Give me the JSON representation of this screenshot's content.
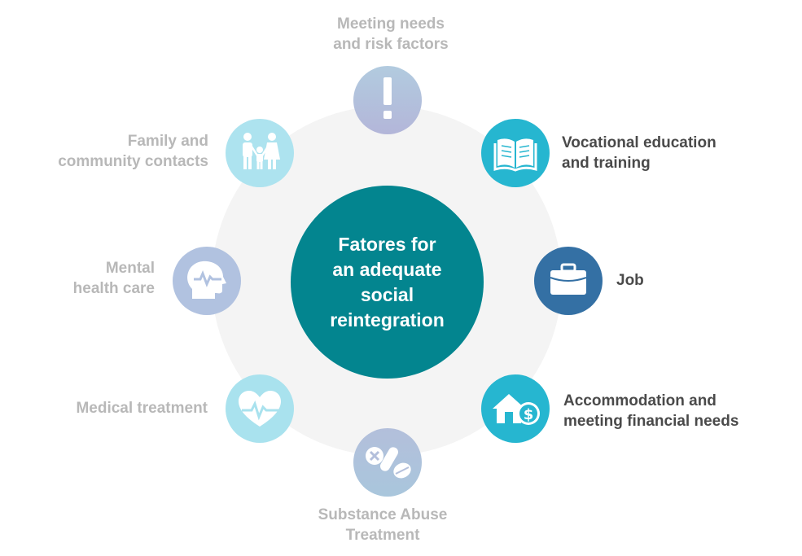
{
  "center": {
    "title": "Fatores for\nan adequate\nsocial\nreintegration"
  },
  "factors": [
    {
      "id": "risk",
      "label": "Meeting needs\nand risk factors",
      "icon": "exclamation-icon",
      "color": "#b3bfdb"
    },
    {
      "id": "education",
      "label": "Vocational education\nand training",
      "icon": "book-icon",
      "color": "#26b6d0"
    },
    {
      "id": "job",
      "label": "Job",
      "icon": "briefcase-icon",
      "color": "#3470a4"
    },
    {
      "id": "accommodation",
      "label": "Accommodation and\nmeeting financial needs",
      "icon": "house-money-icon",
      "color": "#26b6d0"
    },
    {
      "id": "substance",
      "label": "Substance Abuse\nTreatment",
      "icon": "pills-icon",
      "color": "#aebedb"
    },
    {
      "id": "medical",
      "label": "Medical treatment",
      "icon": "heart-pulse-icon",
      "color": "#a9e2ee"
    },
    {
      "id": "mental",
      "label": "Mental\nhealth care",
      "icon": "head-pulse-icon",
      "color": "#b1c2e0"
    },
    {
      "id": "family",
      "label": "Family and\ncommunity contacts",
      "icon": "family-icon",
      "color": "#ade3ef"
    }
  ]
}
